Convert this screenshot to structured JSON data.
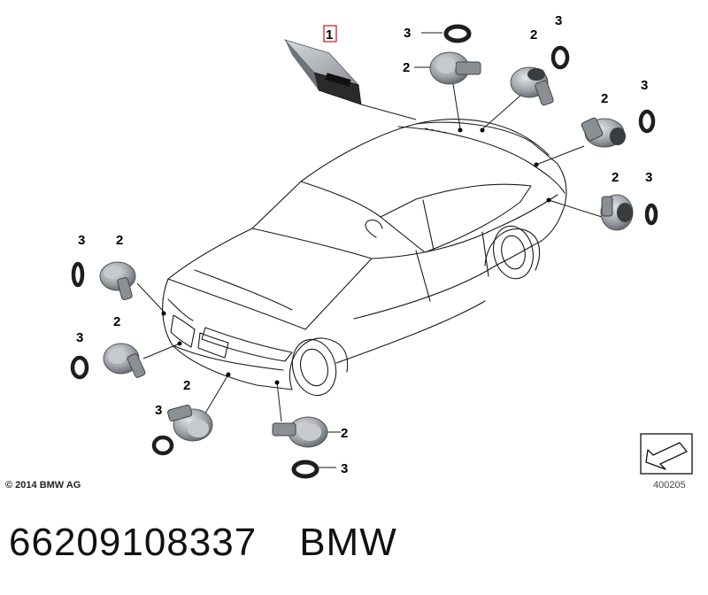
{
  "diagram": {
    "callouts": {
      "control_unit": "1",
      "sensor": "2",
      "ring": "3"
    },
    "copyright": "© 2014 BMW AG",
    "reference_number": "400205"
  },
  "caption": {
    "part_number": "66209108337",
    "brand": "BMW"
  },
  "colors": {
    "highlight_box": "#c0282d",
    "sensor_grey": "#9aa0a6",
    "ring_dark": "#1e1e1e"
  }
}
